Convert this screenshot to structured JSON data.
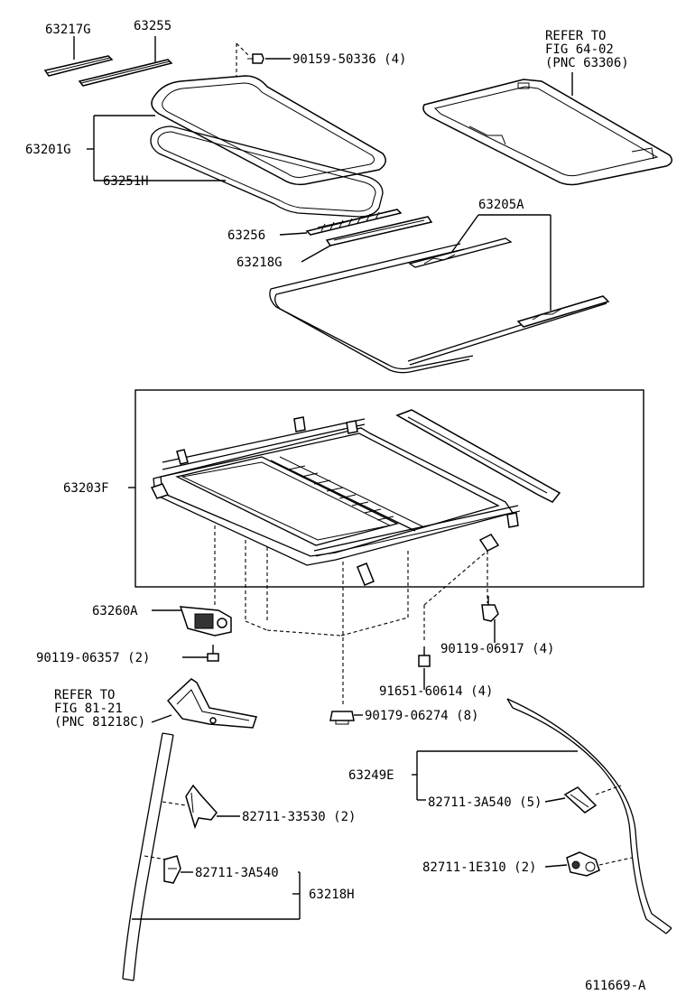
{
  "labels": {
    "p63217G": "63217G",
    "p63255": "63255",
    "p90159": "90159-50336 (4)",
    "refer1_line1": "REFER TO",
    "refer1_line2": "FIG 64-02",
    "refer1_line3": "(PNC 63306)",
    "p63201G": "63201G",
    "p63251H": "63251H",
    "p63205A": "63205A",
    "p63256": "63256",
    "p63218G": "63218G",
    "p63203F": "63203F",
    "p63260A": "63260A",
    "p90119_06357": "90119-06357 (2)",
    "p90119_06917": "90119-06917 (4)",
    "refer2_line1": "REFER TO",
    "refer2_line2": "FIG 81-21",
    "refer2_line3": "(PNC 81218C)",
    "p91651": "91651-60614 (4)",
    "p90179": "90179-06274 (8)",
    "p63249E": "63249E",
    "p82711_3A540_5": "82711-3A540 (5)",
    "p82711_33530": "82711-33530 (2)",
    "p82711_1E310": "82711-1E310 (2)",
    "p82711_3A540": "82711-3A540",
    "p63218H": "63218H",
    "illustration_number": "611669-A"
  }
}
